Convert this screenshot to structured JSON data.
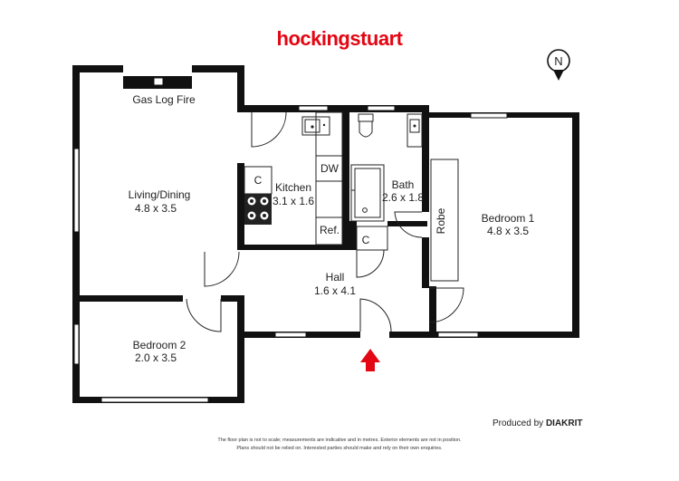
{
  "brand": {
    "name": "hockingstuart",
    "color": "#e30613"
  },
  "compass": {
    "label": "N"
  },
  "rooms": {
    "living": {
      "name": "Living/Dining",
      "size": "4.8 x 3.5"
    },
    "fire": {
      "name": "Gas Log Fire"
    },
    "kitchen": {
      "name": "Kitchen",
      "size": "3.1 x 1.6"
    },
    "dw": "DW",
    "cooktop_c": "C",
    "ref": "Ref.",
    "bath": {
      "name": "Bath",
      "size": "2.6 x 1.8"
    },
    "cupboard_c": "C",
    "robe": "Robe",
    "bedroom1": {
      "name": "Bedroom 1",
      "size": "4.8 x 3.5"
    },
    "hall": {
      "name": "Hall",
      "size": "1.6 x 4.1"
    },
    "bedroom2": {
      "name": "Bedroom 2",
      "size": "2.0 x 3.5"
    }
  },
  "entry_arrow_color": "#e30613",
  "footer": {
    "produced_by": "Produced by",
    "producer": "DIAKRIT",
    "disclaimer_1": "The floor plan is not to scale; measurements are indicative and in metres. Exterior elements are not in position.",
    "disclaimer_2": "Plans should not be relied on. Interested parties should make and rely on their own enquiries."
  }
}
